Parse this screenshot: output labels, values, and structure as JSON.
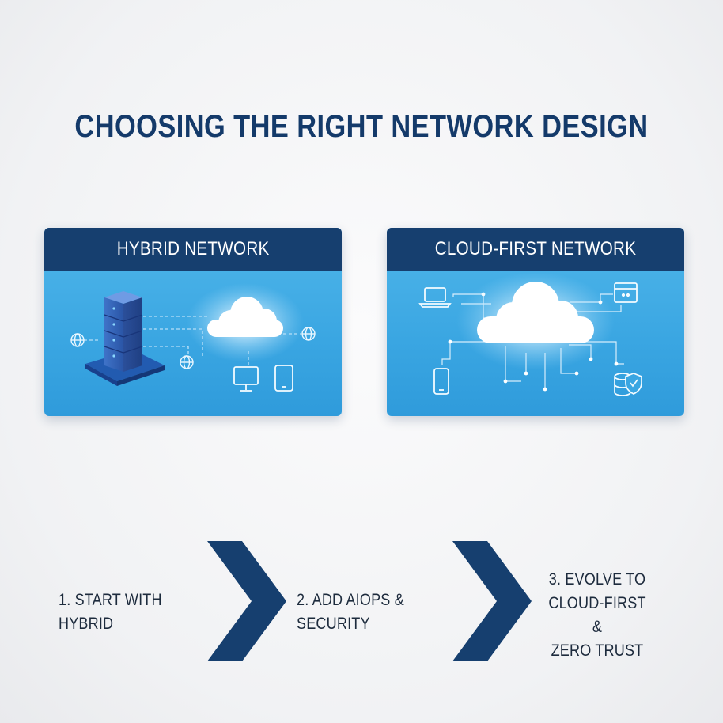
{
  "title": "CHOOSING THE RIGHT NETWORK DESIGN",
  "cards": [
    {
      "heading": "HYBRID NETWORK",
      "icons": [
        "server-rack-icon",
        "cloud-icon",
        "globe-icon",
        "globe-icon",
        "globe-icon",
        "monitor-icon",
        "tablet-icon"
      ]
    },
    {
      "heading": "CLOUD-FIRST NETWORK",
      "icons": [
        "cloud-icon",
        "laptop-icon",
        "browser-window-icon",
        "smartphone-icon",
        "database-shield-icon"
      ]
    }
  ],
  "steps": [
    {
      "label": "1. START WITH HYBRID"
    },
    {
      "label": "2. ADD AIOPS & SECURITY"
    },
    {
      "line1": "3. EVOLVE TO",
      "line2": "CLOUD-FIRST &",
      "line3": "ZERO TRUST"
    }
  ],
  "colors": {
    "navy": "#163f6f",
    "title": "#143a6a",
    "card_blue": "#3aa6e2",
    "background": "#f1f2f4",
    "text": "#1d2b3d"
  }
}
